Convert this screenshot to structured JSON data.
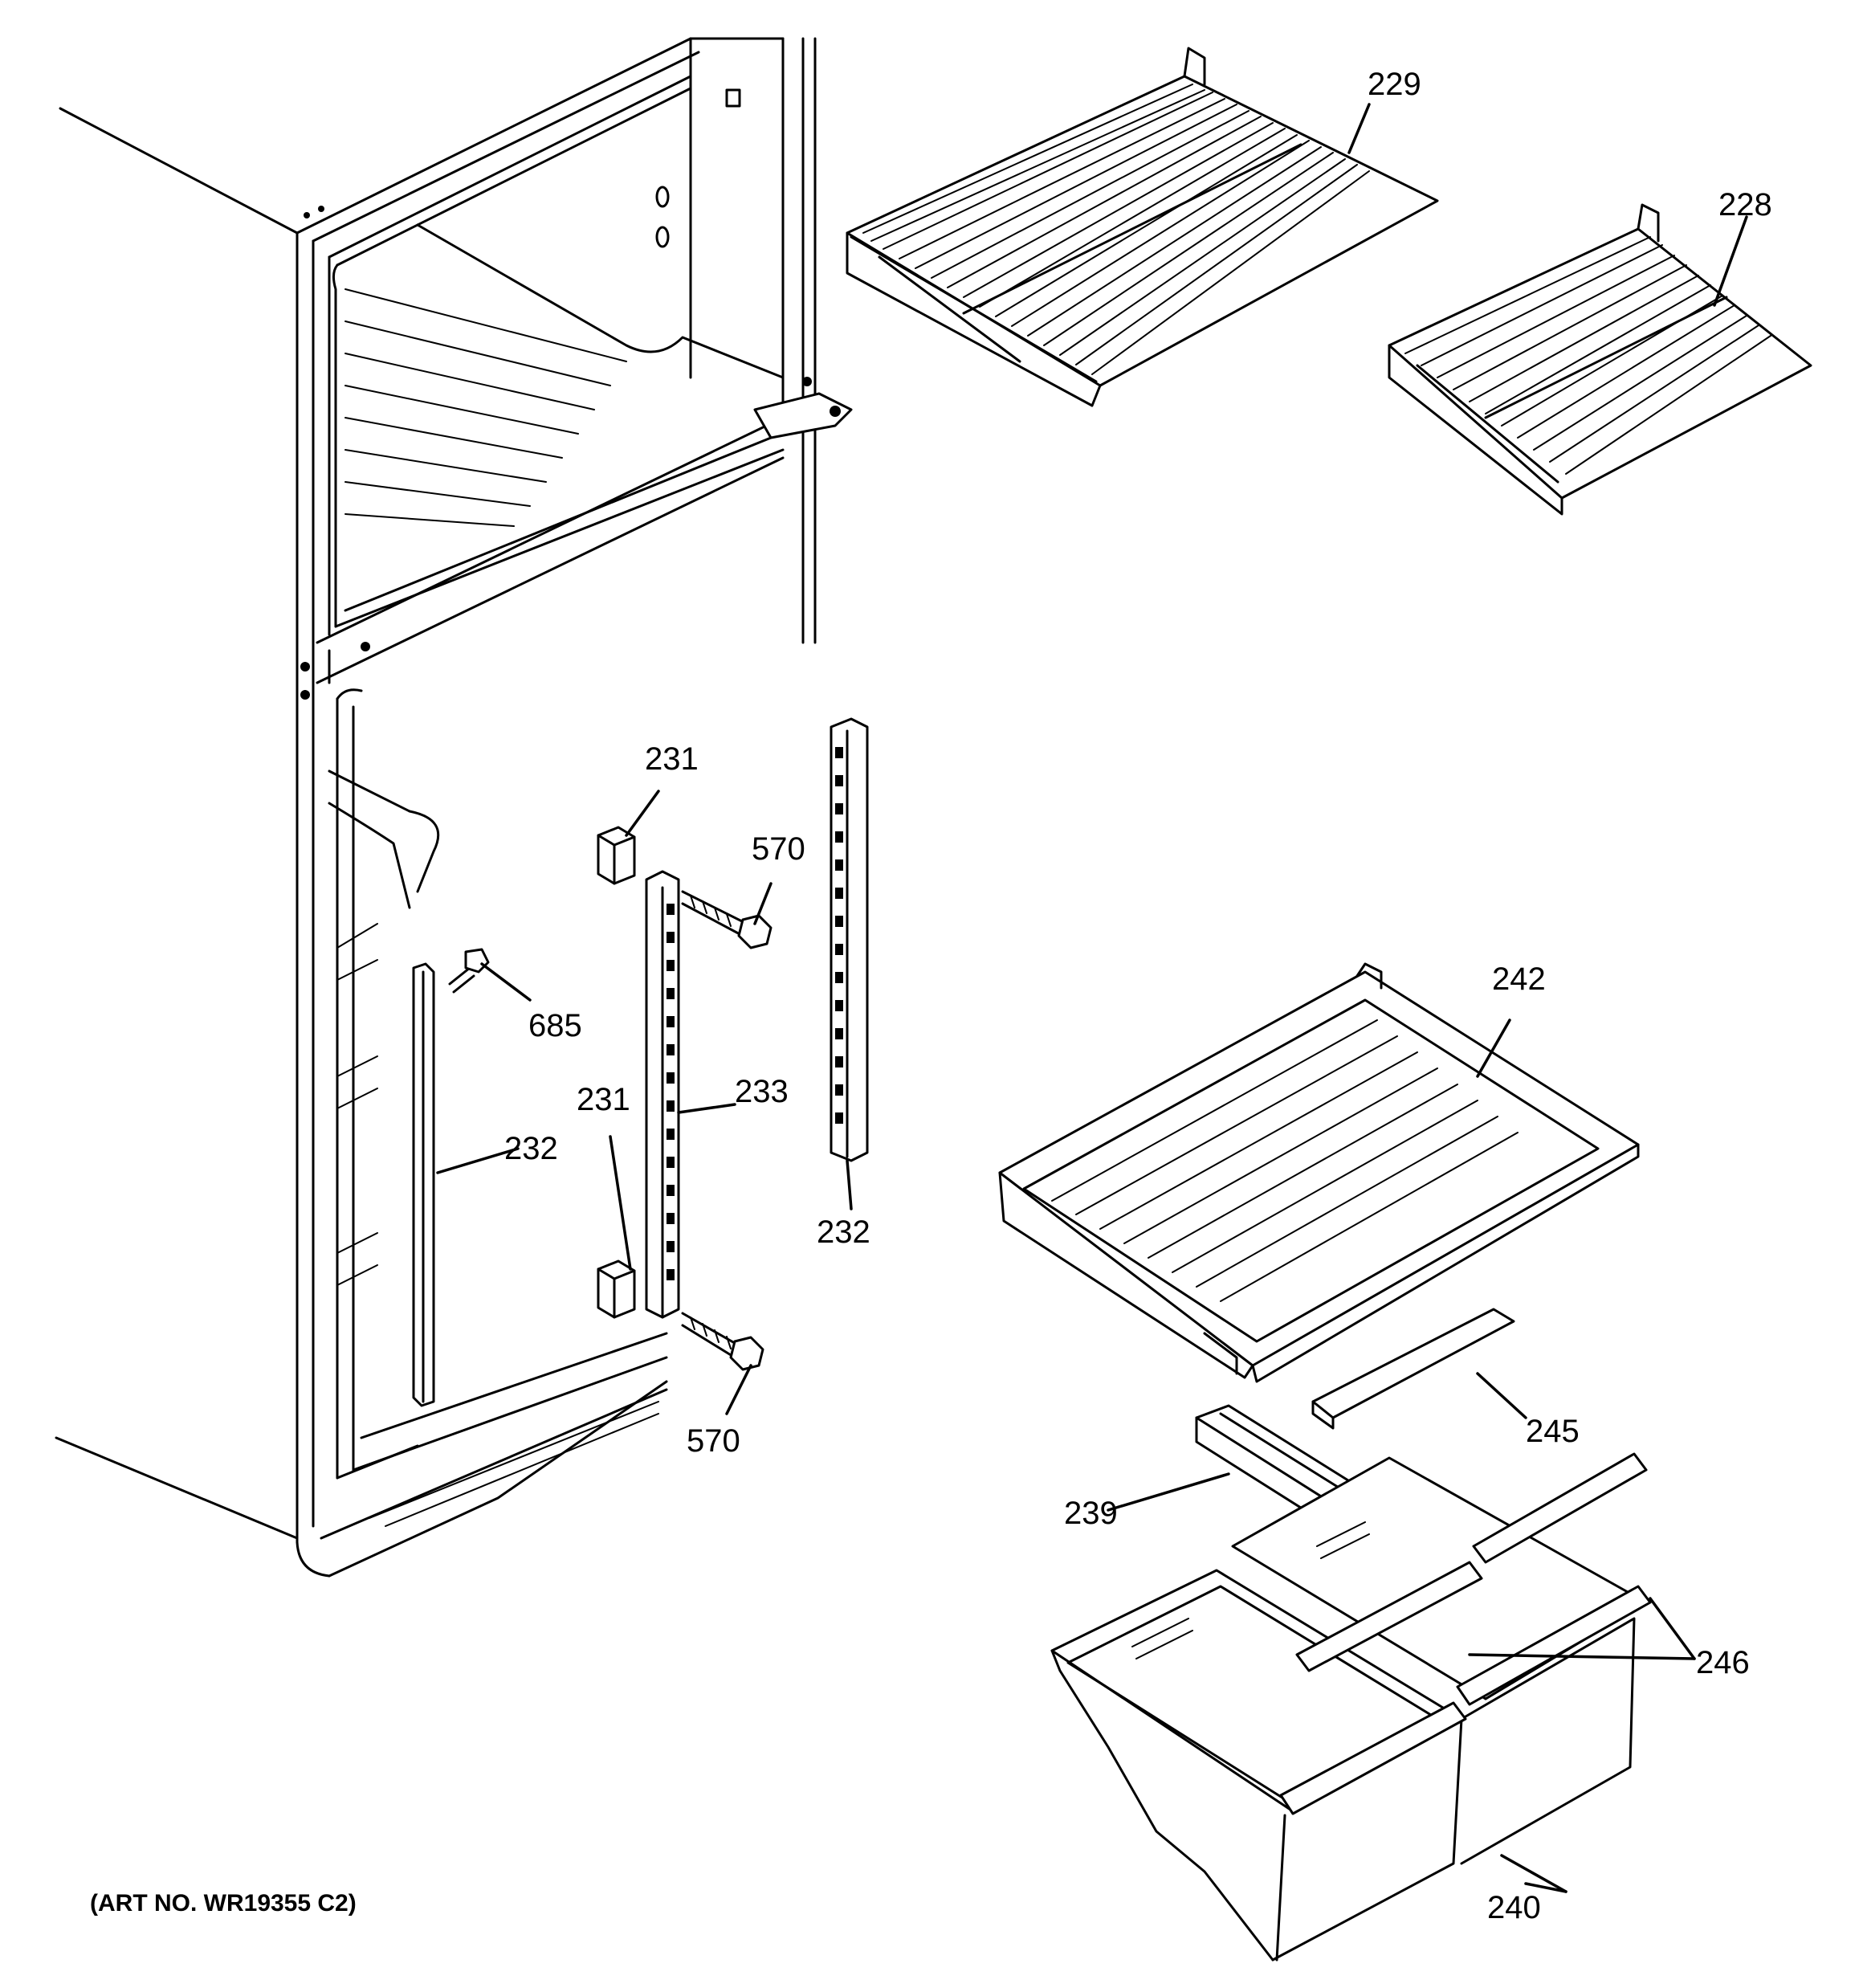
{
  "art_number": "(ART NO. WR19355 C2)",
  "callouts": {
    "c229": "229",
    "c228": "228",
    "c231_top": "231",
    "c570_top": "570",
    "c685": "685",
    "c231_bottom": "231",
    "c233": "233",
    "c232_left": "232",
    "c232_right": "232",
    "c570_bottom": "570",
    "c242": "242",
    "c245": "245",
    "c239": "239",
    "c246": "246",
    "c240": "240"
  }
}
